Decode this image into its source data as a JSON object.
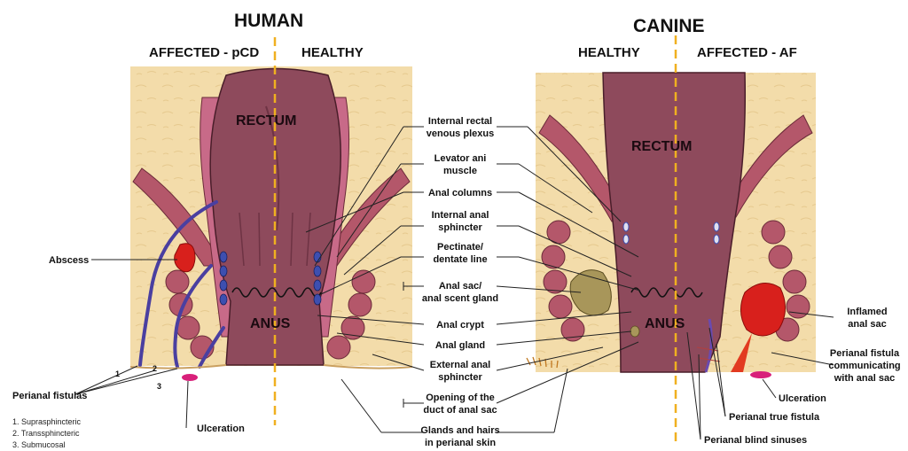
{
  "human": {
    "title": "HUMAN",
    "left_side": "AFFECTED - pCD",
    "right_side": "HEALTHY",
    "rectum": "RECTUM",
    "anus": "ANUS",
    "abscess": "Abscess",
    "perianal_fistulas": "Perianal fistulas",
    "ulceration": "Ulceration",
    "fistula_numbers": [
      "1",
      "2",
      "3"
    ],
    "legend": [
      "1.   Suprasphincteric",
      "2.   Transsphincteric",
      "3.   Submucosal"
    ]
  },
  "canine": {
    "title": "CANINE",
    "left_side": "HEALTHY",
    "right_side": "AFFECTED - AF",
    "rectum": "RECTUM",
    "anus": "ANUS",
    "inflamed_anal_sac": [
      "Inflamed",
      "anal sac"
    ],
    "perianal_fistula_communicating": [
      "Perianal fistula",
      "communicating",
      "with anal sac"
    ],
    "ulceration": "Ulceration",
    "perianal_true_fistula": "Perianal true fistula",
    "perianal_blind_sinuses": "Perianal blind sinuses"
  },
  "center_labels": {
    "internal_rectal_venous_plexus": [
      "Internal rectal",
      "venous plexus"
    ],
    "levator_ani_muscle": [
      "Levator ani",
      "muscle"
    ],
    "anal_columns": "Anal columns",
    "internal_anal_sphincter": [
      "Internal anal",
      "sphincter"
    ],
    "pectinate_dentate_line": [
      "Pectinate/",
      "dentate line"
    ],
    "anal_sac": [
      "Anal sac/",
      "anal scent gland"
    ],
    "anal_crypt": "Anal crypt",
    "anal_gland": "Anal gland",
    "external_anal_sphincter": [
      "External anal",
      "sphincter"
    ],
    "opening_duct": [
      "Opening of the",
      "duct of anal sac"
    ],
    "glands_hairs": [
      "Glands and hairs",
      "in perianal skin"
    ]
  },
  "colors": {
    "background_tissue": "#f3dcaa",
    "rectum": "#8e4a5c",
    "muscle": "#b4576a",
    "abscess": "#d8201c",
    "vein": "#4a3fa0",
    "divider": "#f0b020",
    "anal_sac_healthy": "#a8965a"
  }
}
